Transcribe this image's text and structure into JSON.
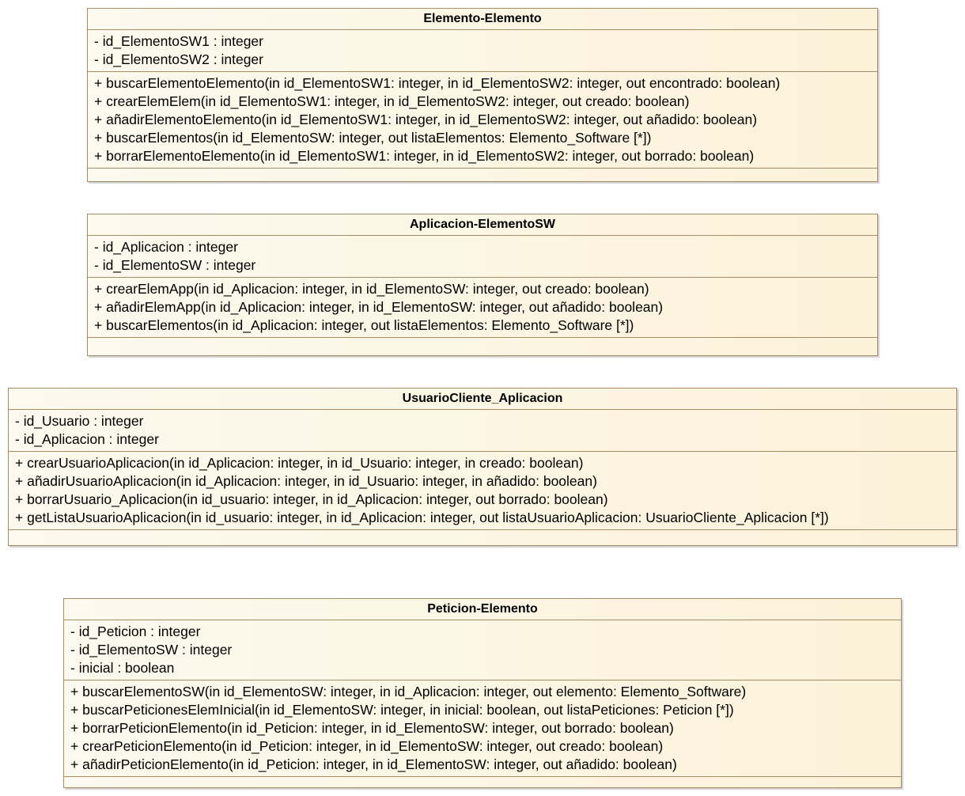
{
  "classes": [
    {
      "name": "Elemento-Elemento",
      "attributes": [
        "- id_ElementoSW1 : integer",
        "- id_ElementoSW2 : integer"
      ],
      "operations": [
        "+ buscarElementoElemento(in id_ElementoSW1: integer, in id_ElementoSW2: integer, out encontrado: boolean)",
        "+ crearElemElem(in id_ElementoSW1: integer, in id_ElementoSW2: integer, out creado: boolean)",
        "+ añadirElementoElemento(in id_ElementoSW1: integer, in id_ElementoSW2: integer, out añadido: boolean)",
        "+ buscarElementos(in id_ElementoSW: integer, out listaElementos: Elemento_Software [*])",
        "+ borrarElementoElemento(in id_ElementoSW1: integer, in id_ElementoSW2: integer, out borrado: boolean)"
      ]
    },
    {
      "name": "Aplicacion-ElementoSW",
      "attributes": [
        "- id_Aplicacion : integer",
        "- id_ElementoSW : integer"
      ],
      "operations": [
        "+ crearElemApp(in id_Aplicacion: integer, in id_ElementoSW: integer, out creado: boolean)",
        "+ añadirElemApp(in id_Aplicacion: integer, in id_ElementoSW: integer, out añadido: boolean)",
        "+ buscarElementos(in id_Aplicacion: integer, out listaElementos: Elemento_Software [*])"
      ]
    },
    {
      "name": "UsuarioCliente_Aplicacion",
      "attributes": [
        "- id_Usuario : integer",
        "- id_Aplicacion : integer"
      ],
      "operations": [
        "+ crearUsuarioAplicacion(in id_Aplicacion: integer, in id_Usuario: integer, in creado: boolean)",
        "+ añadirUsuarioAplicacion(in id_Aplicacion: integer, in id_Usuario: integer, in añadido: boolean)",
        "+ borrarUsuario_Aplicacion(in id_usuario: integer, in id_Aplicacion: integer, out borrado: boolean)",
        "+ getListaUsuarioAplicacion(in id_usuario: integer, in id_Aplicacion: integer, out listaUsuarioAplicacion: UsuarioCliente_Aplicacion [*])"
      ]
    },
    {
      "name": "Peticion-Elemento",
      "attributes": [
        "- id_Peticion : integer",
        "- id_ElementoSW : integer",
        "- inicial : boolean"
      ],
      "operations": [
        "+ buscarElementoSW(in id_ElementoSW: integer, in id_Aplicacion: integer, out elemento: Elemento_Software)",
        "+ buscarPeticionesElemInicial(in id_ElementoSW: integer, in inicial: boolean, out listaPeticiones: Peticion [*])",
        "+ borrarPeticionElemento(in id_Peticion: integer, in id_ElementoSW: integer, out borrado: boolean)",
        "+ crearPeticionElemento(in id_Peticion: integer, in id_ElementoSW: integer, out creado: boolean)",
        "+ añadirPeticionElemento(in id_Peticion: integer, in id_ElementoSW: integer, out añadido: boolean)"
      ]
    }
  ],
  "colors": {
    "border": "#a88c63",
    "fill_left": "#fdf9ee",
    "fill_right": "#fbf2d9"
  }
}
